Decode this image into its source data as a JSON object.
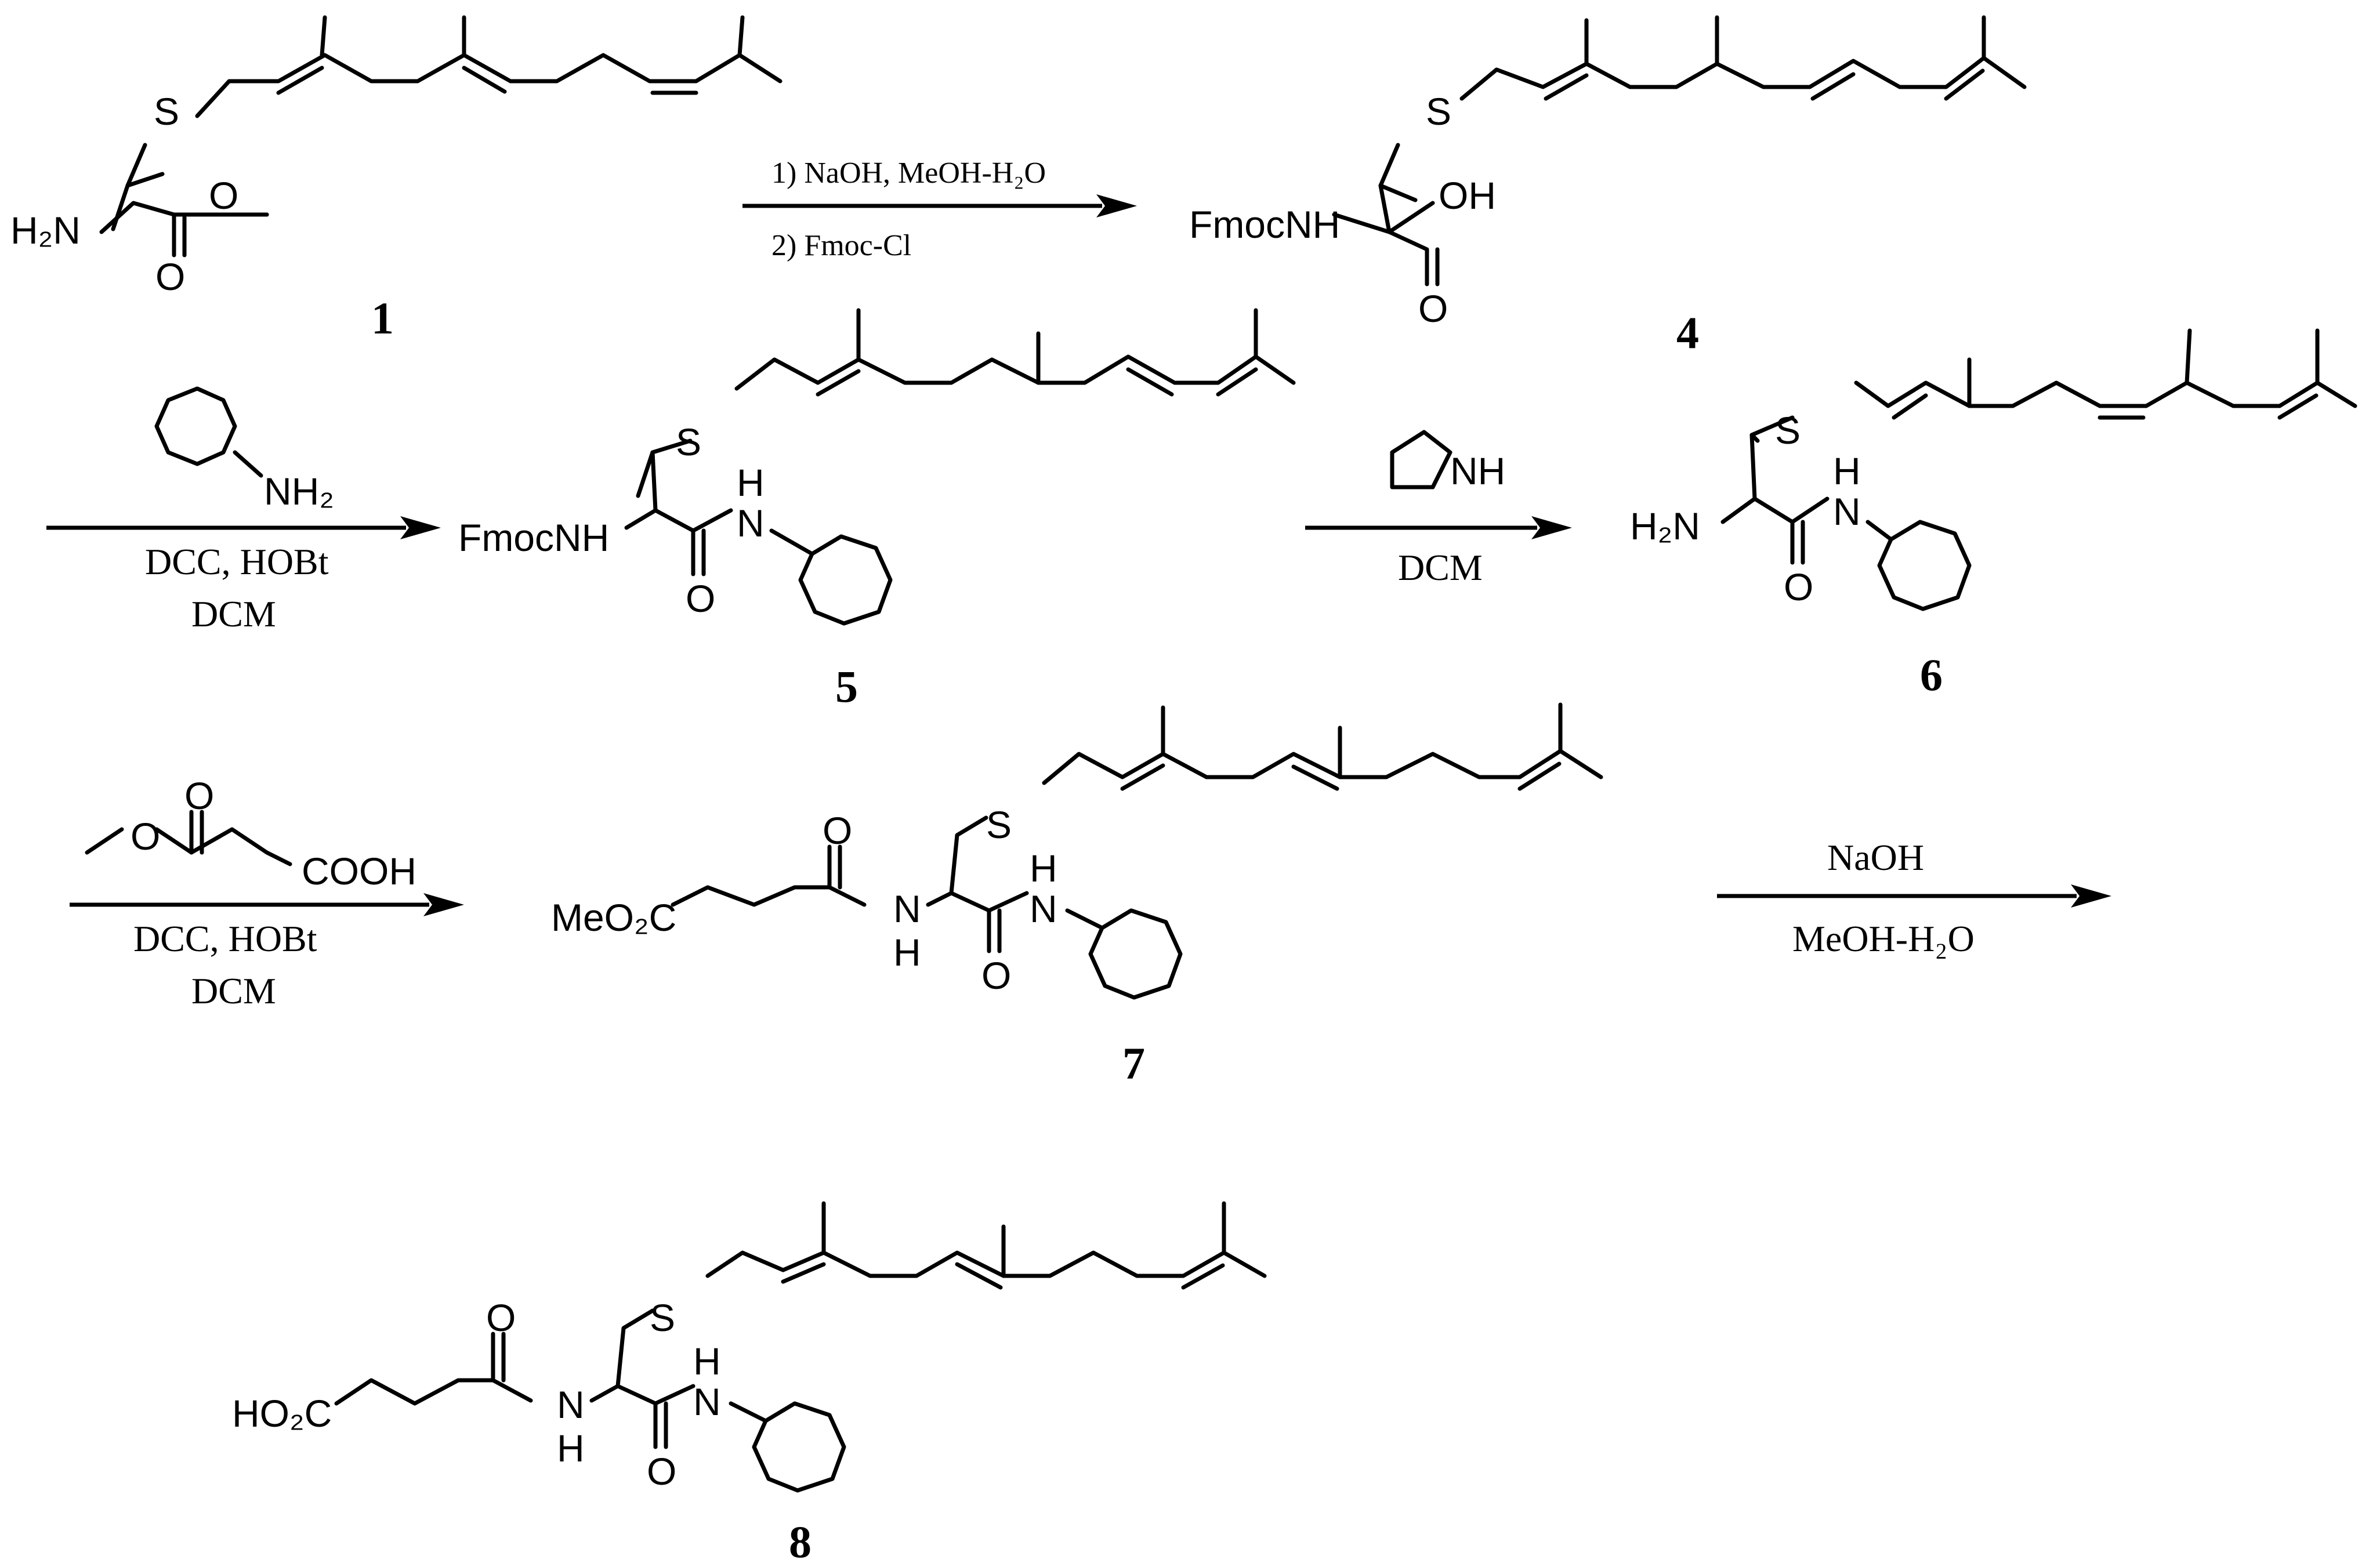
{
  "compounds": {
    "c1": {
      "number": "1",
      "amine": "H₂N",
      "atoms": {
        "sulfur": "S",
        "carbonyl_oxygen": "O",
        "ester_oxygen": "O"
      }
    },
    "c4": {
      "number": "4",
      "nh_group": "FmocNH",
      "acid": "OH",
      "atoms": {
        "sulfur": "S",
        "carbonyl_oxygen": "O"
      }
    },
    "c5": {
      "number": "5",
      "nh_group": "FmocNH",
      "amide_h": "H",
      "amide_n": "N",
      "atoms": {
        "sulfur": "S",
        "carbonyl_oxygen": "O"
      }
    },
    "c6": {
      "number": "6",
      "amine": "H₂N",
      "amide_h": "H",
      "amide_n": "N",
      "atoms": {
        "sulfur": "S",
        "carbonyl_oxygen": "O"
      }
    },
    "c7": {
      "number": "7",
      "ester": "MeO₂C",
      "amide_n": "N",
      "amide_h": "H",
      "amide2_h": "H",
      "amide2_n": "N",
      "atoms": {
        "sulfur": "S",
        "carbonyl_oxygen_1": "O",
        "carbonyl_oxygen_2": "O"
      }
    },
    "c8": {
      "number": "8",
      "acid": "HO₂C",
      "amide_n": "N",
      "amide_h": "H",
      "amide2_h": "H",
      "amide2_n": "N",
      "atoms": {
        "sulfur": "S",
        "carbonyl_oxygen_1": "O",
        "carbonyl_oxygen_2": "O"
      }
    }
  },
  "steps": {
    "step1": {
      "reagent_line1": "1) NaOH, MeOH-H₂O",
      "reagent_line2": "2) Fmoc-Cl"
    },
    "step2": {
      "amine_label": "NH₂",
      "reagent_line1": "DCC, HOBt",
      "reagent_line2": "DCM"
    },
    "step3": {
      "amine_label": "NH",
      "reagent_line1": "DCM"
    },
    "step4": {
      "acid_label": "COOH",
      "ester_oxygen": "O",
      "carbonyl_oxygen": "O",
      "reagent_line1": "DCC, HOBt",
      "reagent_line2": "DCM"
    },
    "step5": {
      "reagent_line1": "NaOH",
      "reagent_line2": "MeOH-H₂O"
    }
  }
}
